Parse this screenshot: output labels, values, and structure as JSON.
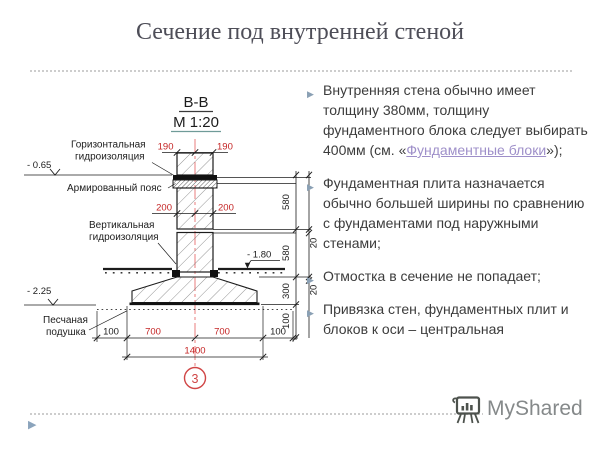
{
  "slide": {
    "title": "Сечение под внутренней стеной"
  },
  "drawing": {
    "section_label": "В-В",
    "scale_label": "М 1:20",
    "labels": {
      "horizontal_waterproofing_line1": "Горизонтальная",
      "horizontal_waterproofing_line2": "гидроизоляция",
      "reinforced_belt": "Армированный пояс",
      "vertical_waterproofing_line1": "Вертикальная",
      "vertical_waterproofing_line2": "гидроизоляция",
      "sand_cushion_line1": "Песчаная",
      "sand_cushion_line2": "подушка"
    },
    "elevations": {
      "top": "- 0.65",
      "ground": "- 1.80",
      "bottom": "- 2.25"
    },
    "dimensions": {
      "wall_half_left": "190",
      "wall_half_right": "190",
      "block_half_left": "200",
      "block_half_right": "200",
      "height_upper": "580",
      "height_lower": "580",
      "plate_height": "300",
      "cushion_height": "100",
      "seam_upper": "20",
      "seam_lower": "20",
      "cushion_margin_left": "100",
      "plate_half_left": "700",
      "plate_half_right": "700",
      "cushion_margin_right": "100",
      "plate_width_total": "1400"
    },
    "axis_mark": "3",
    "colors": {
      "dimension_red": "#c42424",
      "centerline_red": "#e87c7c",
      "axis_red": "#d04545",
      "line_black": "#1c1c1c"
    }
  },
  "right_panel": {
    "bullet_icon": "▶",
    "bullet_color": "#8aa0b4",
    "link_color": "#9e8fc9",
    "bullets": [
      {
        "pre": "Внутренняя стена обычно имеет толщину 380мм, толщину фундаментного блока следует выбирать 400мм (см. «",
        "link": "Фундаментные блоки",
        "post": "»);"
      },
      {
        "text": "Фундаментная плита назначается обычно большей ширины по сравнению с фундаментами под наружными стенами;"
      },
      {
        "text": "Отмостка в сечение не попадает;"
      },
      {
        "text": "Привязка стен, фундаментных плит и блоков к оси – центральная"
      }
    ]
  },
  "footer": {
    "brand": "MyShared"
  }
}
